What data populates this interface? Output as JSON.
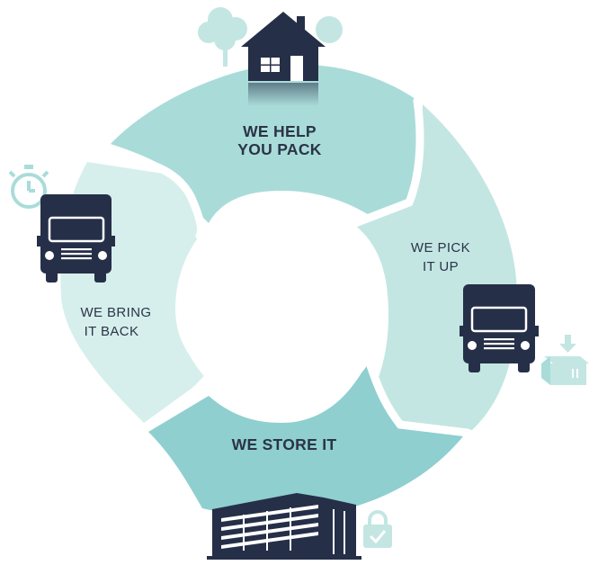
{
  "colors": {
    "navy": "#262f48",
    "teal_dark": "#8fcfcf",
    "teal_mid": "#a9dcd9",
    "teal_light": "#c3e6e2",
    "teal_pale": "#d6efec",
    "white": "#ffffff"
  },
  "steps": [
    {
      "id": "pack",
      "line1": "WE HELP",
      "line2": "YOU PACK",
      "icon": "house-icon"
    },
    {
      "id": "pick",
      "line1": "WE PICK",
      "line2": "IT UP",
      "icon": "moving-truck-icon"
    },
    {
      "id": "store",
      "line1": "WE STORE IT",
      "line2": "",
      "icon": "warehouse-icon"
    },
    {
      "id": "back",
      "line1": "WE BRING",
      "line2": "IT BACK",
      "icon": "moving-truck-icon"
    }
  ],
  "decor_icons": [
    "tree-icon",
    "sun-icon",
    "stopwatch-icon",
    "open-box-icon",
    "padlock-icon"
  ]
}
